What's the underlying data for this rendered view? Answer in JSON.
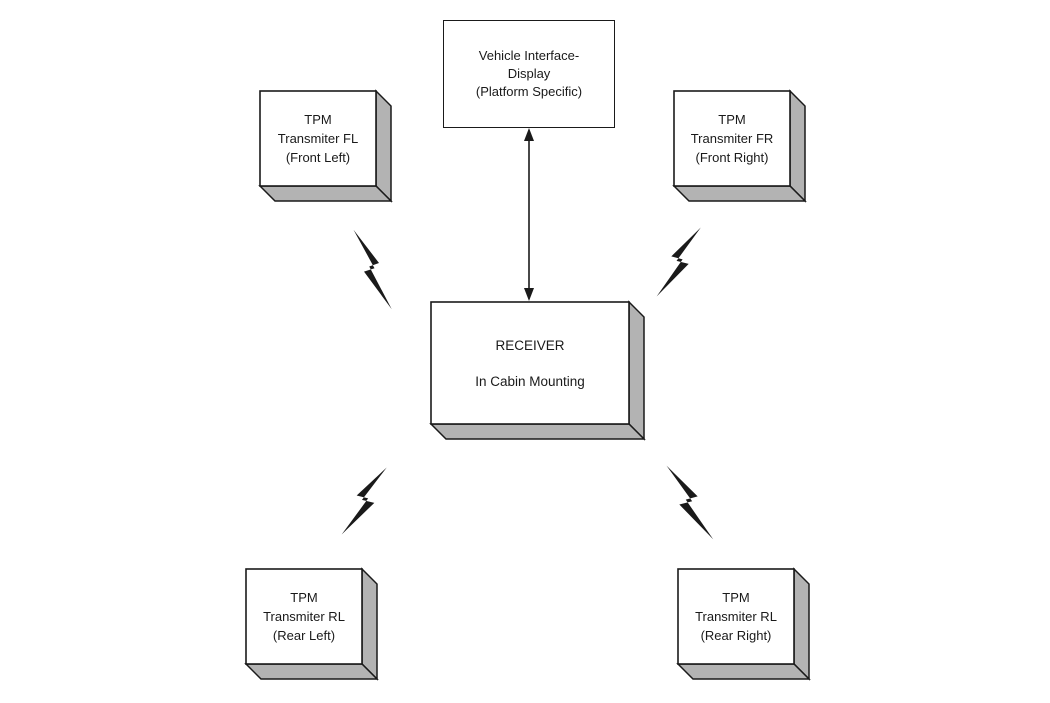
{
  "diagram": {
    "background": "#ffffff",
    "colors": {
      "box_fill": "#ffffff",
      "box_stroke": "#1a1a1a",
      "extrusion_fill": "#b3b3b3",
      "text": "#1a1a1a",
      "connector": "#1a1a1a"
    },
    "nodes": {
      "display": {
        "lines": [
          "Vehicle Interface-",
          "Display",
          "(Platform Specific)"
        ]
      },
      "receiver": {
        "lines": [
          "RECEIVER",
          "In Cabin Mounting"
        ]
      },
      "tpm_fl": {
        "lines": [
          "TPM",
          "Transmiter FL",
          "(Front Left)"
        ]
      },
      "tpm_fr": {
        "lines": [
          "TPM",
          "Transmiter FR",
          "(Front Right)"
        ]
      },
      "tpm_rl": {
        "lines": [
          "TPM",
          "Transmiter RL",
          "(Rear Left)"
        ]
      },
      "tpm_rr": {
        "lines": [
          "TPM",
          "Transmiter RL",
          "(Rear Right)"
        ]
      }
    },
    "connectors": {
      "display_receiver": "double-headed-arrow",
      "wireless_link": "lightning-bolt"
    }
  }
}
